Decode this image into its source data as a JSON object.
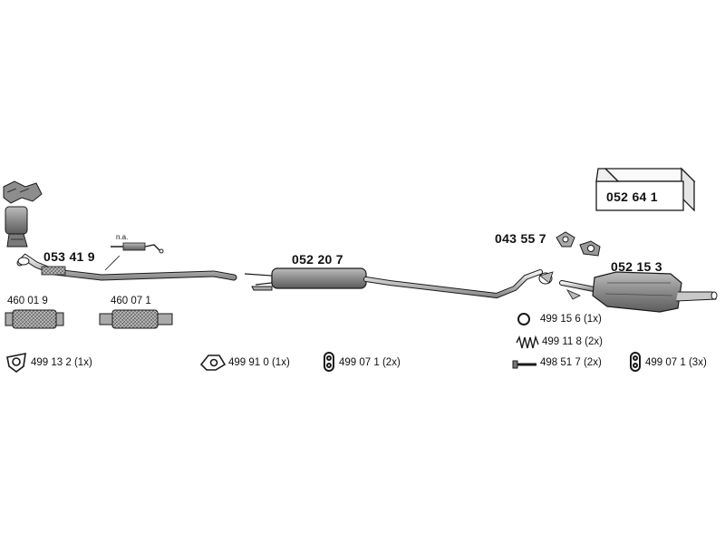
{
  "colors": {
    "ink": "#1a1a1a",
    "part_fill": "#9a9a9a",
    "part_dark": "#555555",
    "paper": "#ffffff"
  },
  "kit_box": {
    "code": "052 64 1",
    "icon": "box-icon"
  },
  "parts": {
    "front_pipe": "053 41 9",
    "front_pipe_note": "n.a.",
    "middle_silencer": "052 20 7",
    "clamp_043": "043 55 7",
    "rear_silencer": "052 15 3",
    "flex_1": "460 01 9",
    "flex_2": "460 07 1"
  },
  "hardware": [
    {
      "code": "499 13 2",
      "qty": "(1x)",
      "icon": "gasket-icon"
    },
    {
      "code": "499 91 0",
      "qty": "(1x)",
      "icon": "flange-gasket-icon"
    },
    {
      "code": "499 07 1",
      "qty": "(2x)",
      "icon": "rubber-hanger-icon"
    },
    {
      "code": "499 15 6",
      "qty": "(1x)",
      "icon": "ring-icon"
    },
    {
      "code": "499 11 8",
      "qty": "(2x)",
      "icon": "spring-icon"
    },
    {
      "code": "498 51 7",
      "qty": "(2x)",
      "icon": "bolt-icon"
    },
    {
      "code": "499 07 1",
      "qty": "(3x)",
      "icon": "rubber-hanger-icon"
    }
  ]
}
